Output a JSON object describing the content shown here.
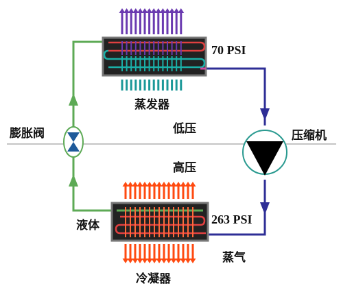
{
  "labels": {
    "evaporator_pressure": "70 PSI",
    "evaporator": "蒸发器",
    "expansion_valve": "膨胀阀",
    "low_pressure": "低压",
    "compressor": "压缩机",
    "high_pressure": "高压",
    "liquid": "液体",
    "condenser_pressure": "263 PSI",
    "vapor": "蒸气",
    "condenser": "冷凝器"
  },
  "colors": {
    "liquid_line": "#5daa55",
    "vapor_line": "#2e2e96",
    "evaporator_out_arrows": "#6a3ab0",
    "evaporator_in_bars": "#1a9898",
    "condenser_in_arrows": "#ff4a10",
    "condenser_out_arrows": "#ff4a10",
    "evaporator_coil_warm": "#e04040",
    "evaporator_coil_cool": "#1ab0a8",
    "condenser_coil": "#e04040",
    "heat_exchanger_body": "#222222",
    "pressure_divider": "#888888",
    "compressor_ring": "#2a9a90",
    "compressor_triangle": "#000000"
  },
  "arrow_counts": {
    "evaporator_out": 14,
    "evaporator_in": 14,
    "condenser_in": 15,
    "condenser_out": 15
  }
}
